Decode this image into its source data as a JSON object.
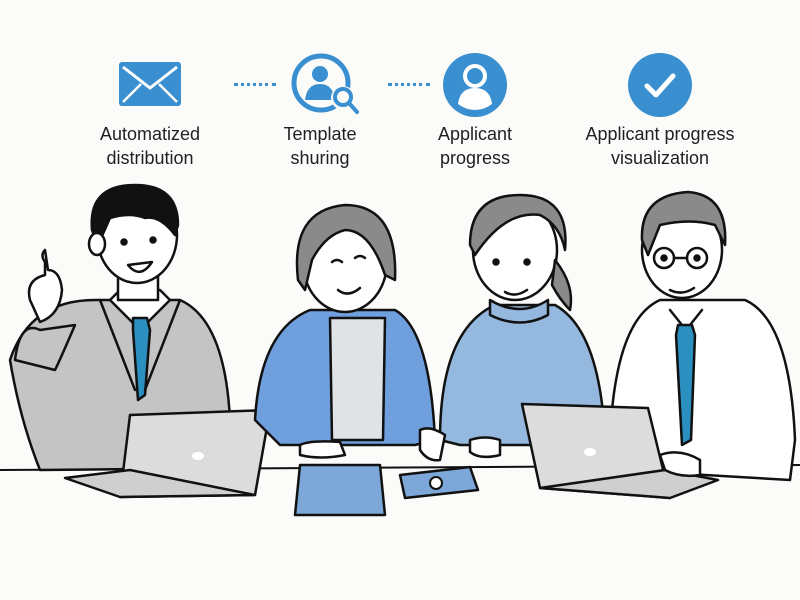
{
  "features": [
    {
      "id": "automated-distribution",
      "icon": "envelope-icon",
      "line1": "Automatized",
      "line2": "distribution"
    },
    {
      "id": "template-sharing",
      "icon": "user-search-icon",
      "line1": "Template",
      "line2": "shuring"
    },
    {
      "id": "applicant-progress",
      "icon": "user-circle-icon",
      "line1": "Applicant",
      "line2": "progress"
    },
    {
      "id": "applicant-progress-visualization",
      "icon": "check-circle-icon",
      "line1": "Applicant progress",
      "line2": "visualization"
    }
  ],
  "colors": {
    "accent": "#3a8fd0",
    "suit_gray": "#c4c4c4",
    "jacket_blue": "#6f9fdc",
    "sweater_blue": "#94b8de",
    "tie_blue": "#2b8fc0",
    "outline": "#111111",
    "background": "#fbfbfa"
  },
  "scene": {
    "description": "Four office workers seated at a table with laptops and tablets",
    "people": [
      "man-pointing-gray-suit",
      "woman-blue-jacket",
      "woman-blue-sweater",
      "man-glasses-white-shirt"
    ]
  }
}
